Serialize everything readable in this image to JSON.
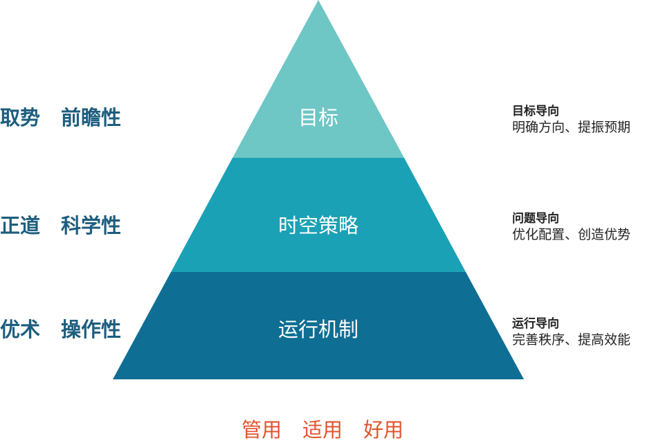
{
  "pyramid": {
    "levels": [
      {
        "label": "目标",
        "color": "#6ec6c5"
      },
      {
        "label": "时空策略",
        "color": "#1ba1b5"
      },
      {
        "label": "运行机制",
        "color": "#0f6e93"
      }
    ]
  },
  "left": [
    {
      "a": "取势",
      "b": "前瞻性"
    },
    {
      "a": "正道",
      "b": "科学性"
    },
    {
      "a": "优术",
      "b": "操作性"
    }
  ],
  "right": [
    {
      "title": "目标导向",
      "desc": "明确方向、提振预期"
    },
    {
      "title": "问题导向",
      "desc": "优化配置、创造优势"
    },
    {
      "title": "运行导向",
      "desc": "完善秩序、提高效能"
    }
  ],
  "bottom": [
    "管用",
    "适用",
    "好用"
  ]
}
